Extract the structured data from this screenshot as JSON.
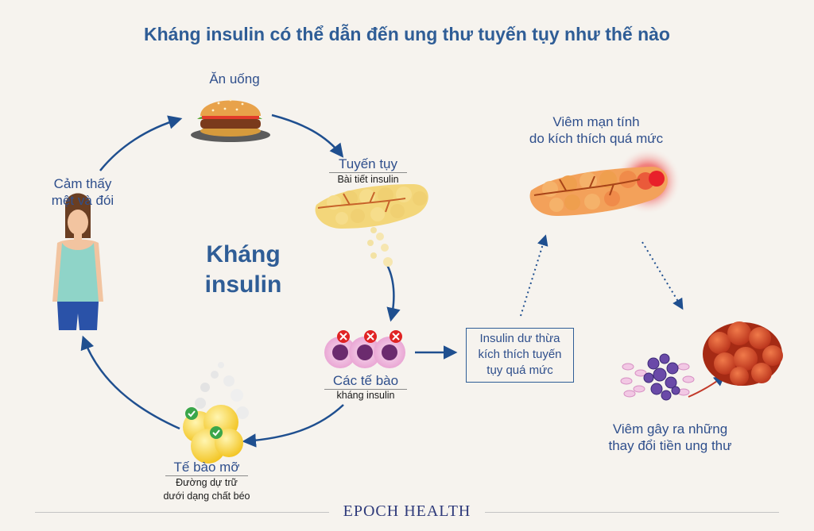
{
  "title": "Kháng insulin có thể dẫn đến ung thư tuyến tụy như thế nào",
  "center_label": [
    "Kháng",
    "insulin"
  ],
  "nodes": {
    "eating": "Ăn uống",
    "pancreas": {
      "title": "Tuyến tụy",
      "subtitle": "Bài tiết insulin"
    },
    "cells": {
      "title": "Các tế bào",
      "subtitle": "kháng insulin"
    },
    "fat": {
      "title": "Tế bào mỡ",
      "subtitle": [
        "Đường dự trữ",
        "dưới dạng chất béo"
      ]
    },
    "tired": [
      "Cảm thấy",
      "mệt và đói"
    ]
  },
  "excess_box": [
    "Insulin dư thừa",
    "kích thích tuyến",
    "tụy quá mức"
  ],
  "inflammation": [
    "Viêm mạn tính",
    "do kích thích quá mức"
  ],
  "precancer": [
    "Viêm gây ra những",
    "thay đổi tiền ung thư"
  ],
  "footer": "EPOCH HEALTH",
  "colors": {
    "title": "#2f5d96",
    "arrow": "#1f4f8f",
    "accent_red": "#e8202a"
  }
}
